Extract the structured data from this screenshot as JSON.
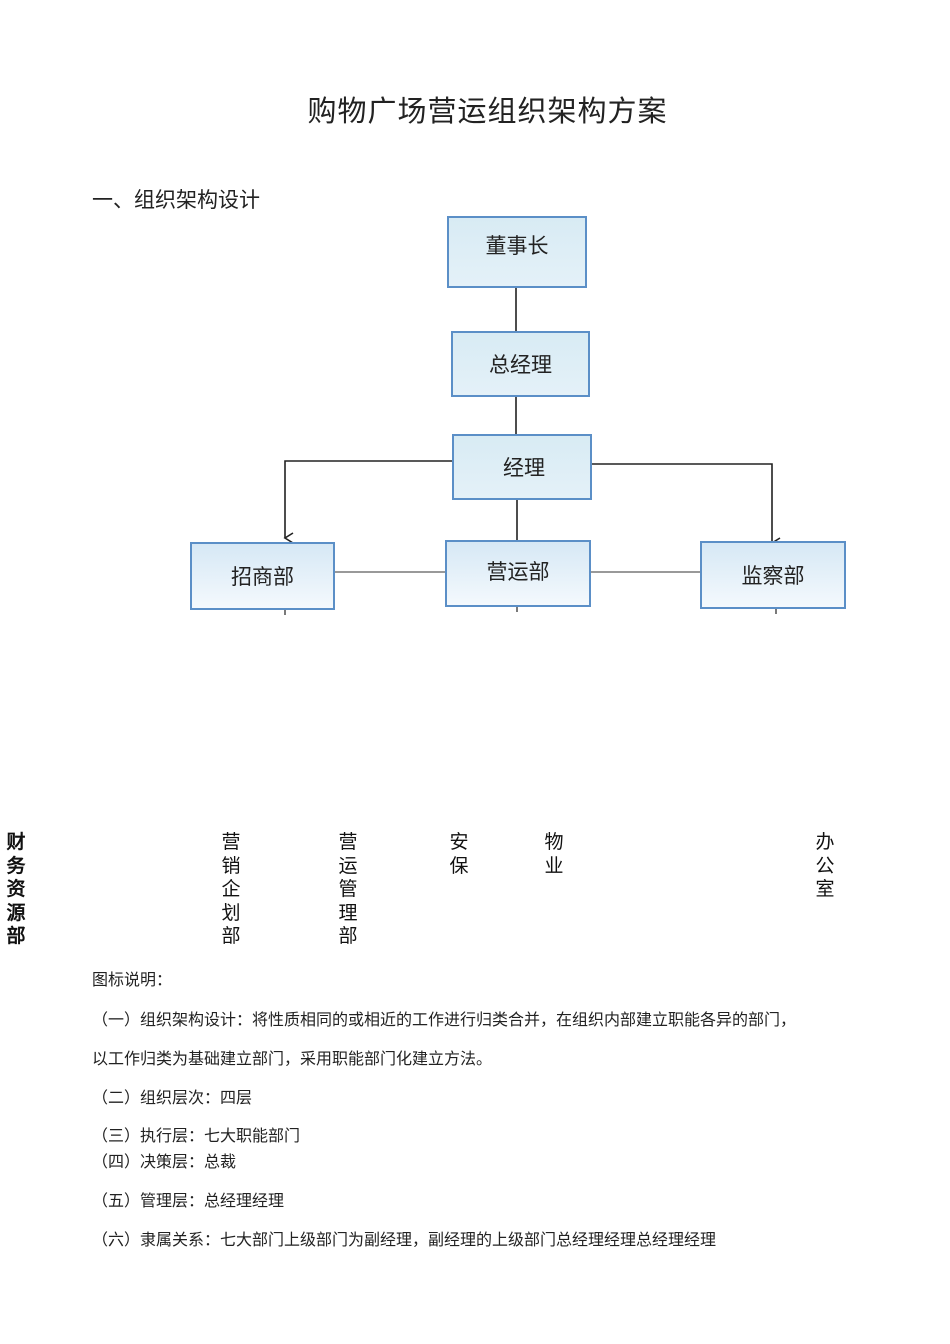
{
  "document": {
    "title": "购物广场营运组织架构方案",
    "section_heading": "一、组织架构设计"
  },
  "org_chart": {
    "chairman": "董事长",
    "general_manager": "总经理",
    "manager": "经理",
    "departments": [
      "招商部",
      "营运部",
      "监察部"
    ]
  },
  "sub_departments": [
    "财务资源部",
    "营销企划部",
    "营运管理部",
    "安保",
    "物业",
    "办公室"
  ],
  "legend": {
    "heading": "图标说明：",
    "item1_line1": "（一）组织架构设计：将性质相同的或相近的工作进行归类合并，在组织内部建立职能各异的部门，",
    "item1_line2": "以工作归类为基础建立部门，采用职能部门化建立方法。",
    "item2": "（二）组织层次：四层",
    "item3": "（三）执行层：七大职能部门",
    "item4": "（四）决策层：总裁",
    "item5": "（五）管理层：总经理经理",
    "item6": "（六）隶属关系：七大部门上级部门为副经理，副经理的上级部门总经理经理总经理经理"
  },
  "colors": {
    "box_border": "#5b8fc7",
    "box_fill": "#d8ebf4",
    "connector": "#222222"
  }
}
